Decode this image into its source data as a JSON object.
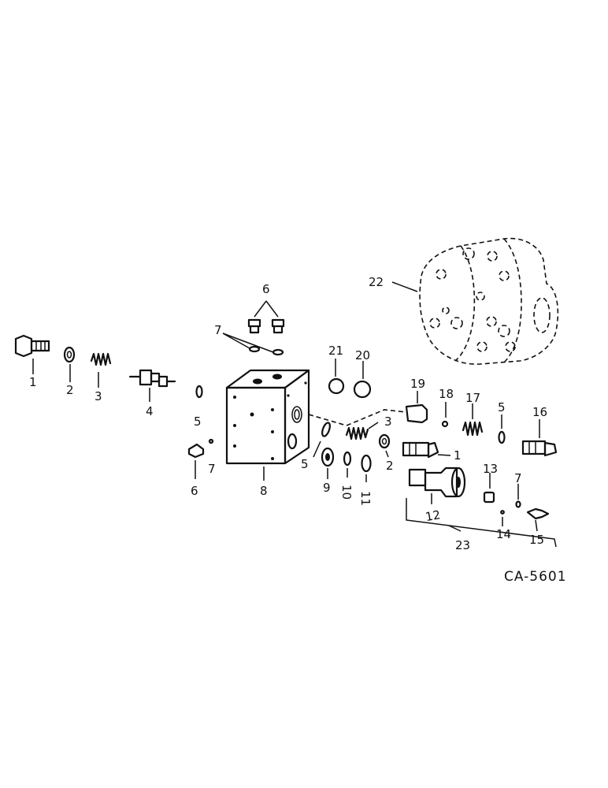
{
  "drawing_code": "CA-5601",
  "callouts": [
    {
      "id": "c-1a",
      "text": "1"
    },
    {
      "id": "c-2a",
      "text": "2"
    },
    {
      "id": "c-3a",
      "text": "3"
    },
    {
      "id": "c-4",
      "text": "4"
    },
    {
      "id": "c-5a",
      "text": "5"
    },
    {
      "id": "c-6a",
      "text": "6"
    },
    {
      "id": "c-7a",
      "text": "7"
    },
    {
      "id": "c-8",
      "text": "8"
    },
    {
      "id": "c-6b",
      "text": "6"
    },
    {
      "id": "c-7b",
      "text": "7"
    },
    {
      "id": "c-5b",
      "text": "5"
    },
    {
      "id": "c-9",
      "text": "9"
    },
    {
      "id": "c-10",
      "text": "10"
    },
    {
      "id": "c-11",
      "text": "11"
    },
    {
      "id": "c-3b",
      "text": "3"
    },
    {
      "id": "c-2b",
      "text": "2"
    },
    {
      "id": "c-21",
      "text": "21"
    },
    {
      "id": "c-20",
      "text": "20"
    },
    {
      "id": "c-19",
      "text": "19"
    },
    {
      "id": "c-18",
      "text": "18"
    },
    {
      "id": "c-17",
      "text": "17"
    },
    {
      "id": "c-5c",
      "text": "5"
    },
    {
      "id": "c-16",
      "text": "16"
    },
    {
      "id": "c-1b",
      "text": "1"
    },
    {
      "id": "c-12",
      "text": "12"
    },
    {
      "id": "c-13",
      "text": "13"
    },
    {
      "id": "c-7c",
      "text": "7"
    },
    {
      "id": "c-14",
      "text": "14"
    },
    {
      "id": "c-15",
      "text": "15"
    },
    {
      "id": "c-23",
      "text": "23"
    },
    {
      "id": "c-22",
      "text": "22"
    }
  ]
}
